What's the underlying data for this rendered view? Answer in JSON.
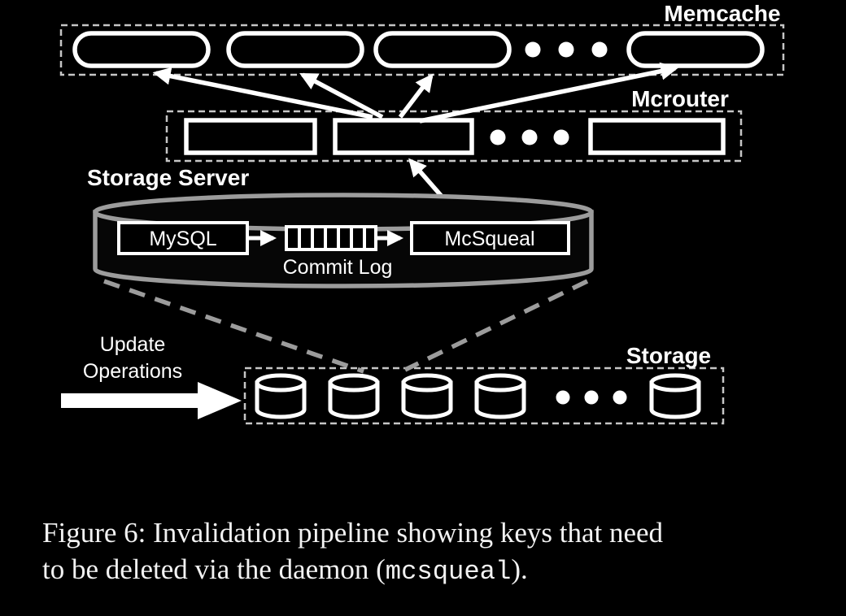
{
  "figure": {
    "background_color": "#000000",
    "shape_color": "#ffffff",
    "dashed_border_color": "#c6c6c6",
    "cylinder_stroke_color": "#9c9c9c",
    "labels": {
      "memcache": "Memcache",
      "mcrouter": "Mcrouter",
      "storage_server": "Storage Server",
      "mysql": "MySQL",
      "commit_log": "Commit Log",
      "mcsqueal": "McSqueal",
      "update_operations_line1": "Update",
      "update_operations_line2": "Operations",
      "storage": "Storage"
    },
    "clusters": {
      "memcache_visible_nodes": 4,
      "mcrouter_visible_nodes": 3,
      "storage_visible_nodes": 5
    }
  },
  "caption": {
    "line1": "Figure 6: Invalidation pipeline showing keys that need",
    "line2_before_code": "to be deleted via the daemon (",
    "code": "mcsqueal",
    "line2_after_code": ")."
  }
}
